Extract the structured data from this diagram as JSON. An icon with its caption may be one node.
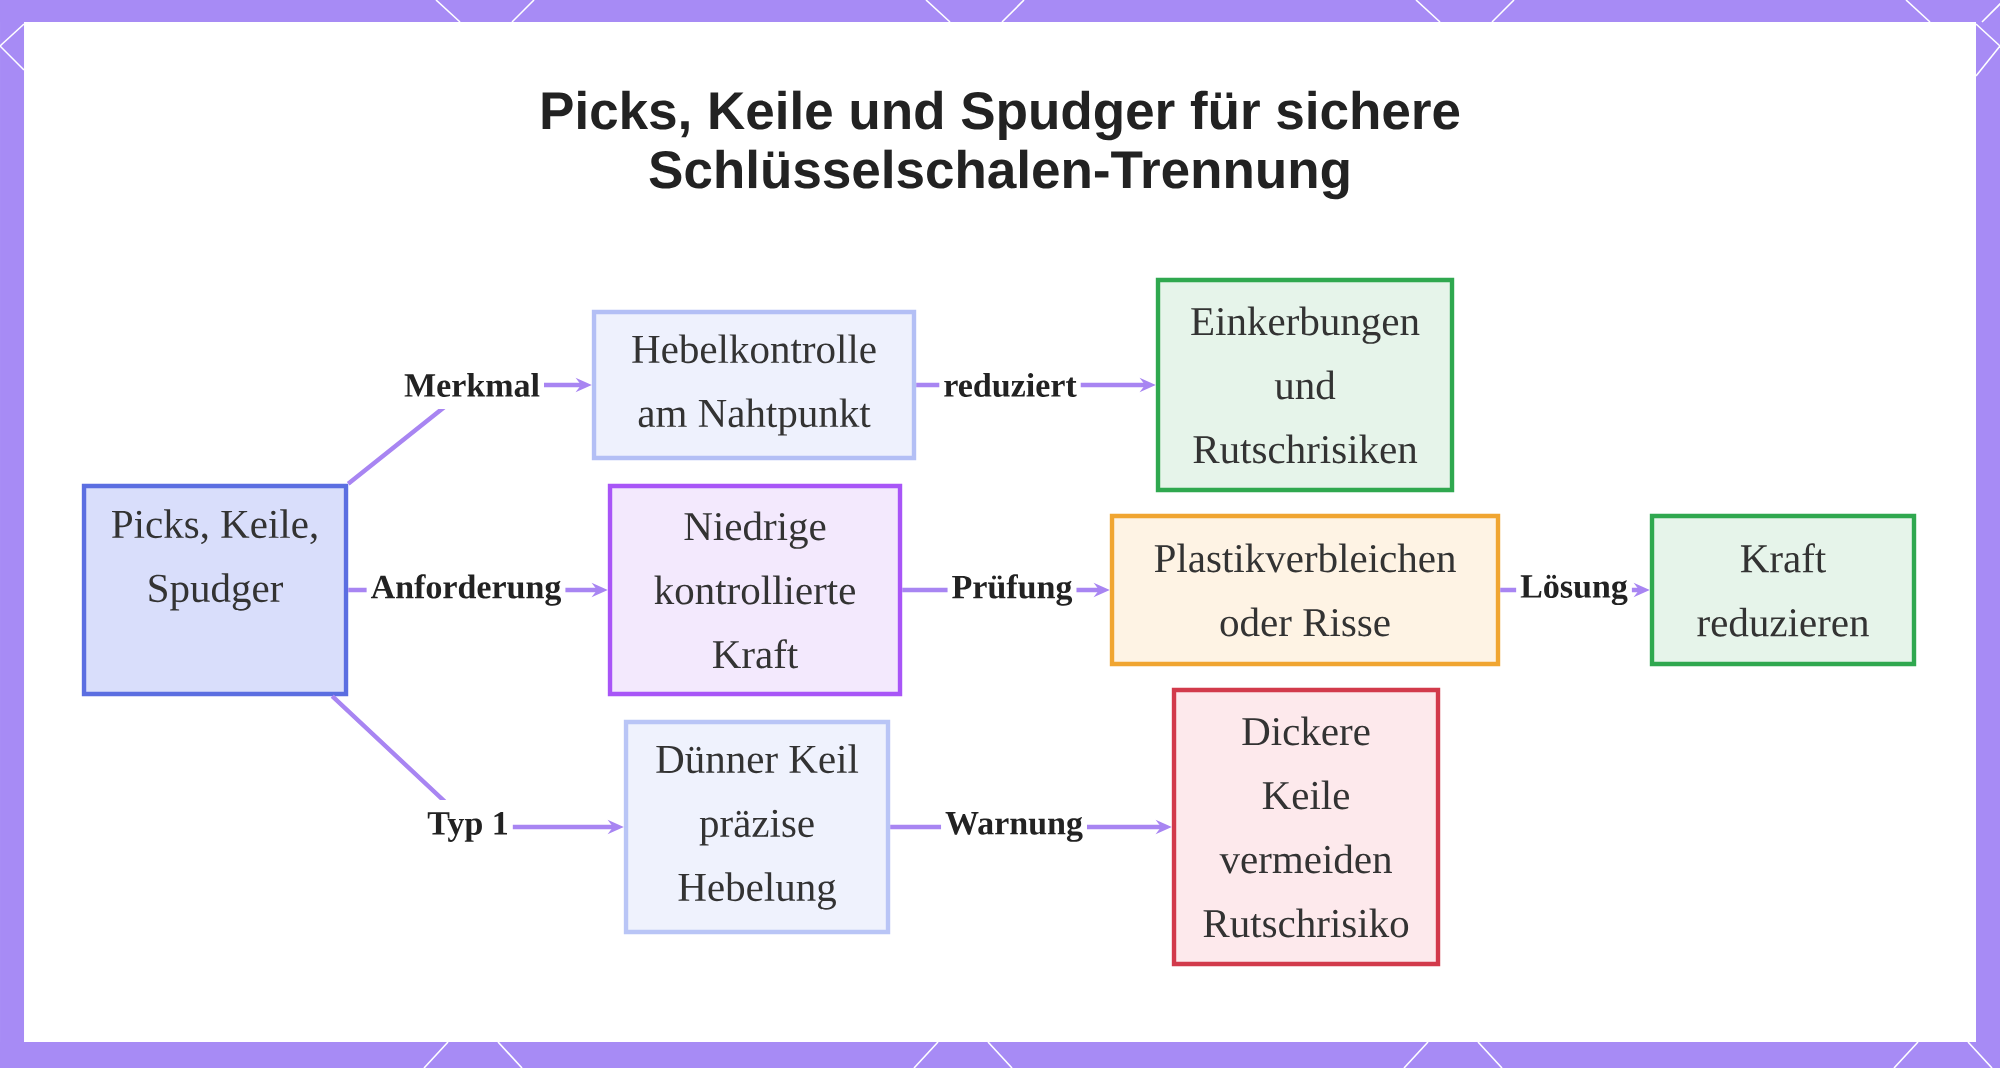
{
  "diagram": {
    "title": "Picks, Keile und Spudger für sichere Schlüsselschalen-Trennung",
    "nodes": [
      {
        "text": [
          "Picks, Keile, Spudger"
        ]
      },
      {
        "text": [
          "Hebelkontrolle am Nahtpunkt"
        ]
      },
      {
        "text": [
          "Niedrige kontrollierte Kraft"
        ]
      },
      {
        "text": [
          "Dünner Keil präzise Hebelung"
        ]
      },
      {
        "text": [
          "Einkerbungen und Rutschrisiken"
        ]
      },
      {
        "text": [
          "Plastikverbleichen oder Risse"
        ]
      },
      {
        "text": [
          "Kraft reduzieren"
        ]
      },
      {
        "text": [
          "Dickere Keile vermeiden Rutschrisiko"
        ]
      }
    ],
    "edges": [
      {
        "from": 0,
        "to": 1,
        "arrow": "to",
        "label": "Merkmal"
      },
      {
        "from": 0,
        "to": 2,
        "arrow": "to",
        "label": "Anforderung"
      },
      {
        "from": 0,
        "to": 3,
        "arrow": "to",
        "label": "Typ 1"
      },
      {
        "from": 1,
        "to": 4,
        "arrow": "to",
        "label": "reduziert"
      },
      {
        "from": 2,
        "to": 5,
        "arrow": "to",
        "label": "Prüfung"
      },
      {
        "from": 5,
        "to": 6,
        "arrow": "to",
        "label": "Lösung"
      },
      {
        "from": 3,
        "to": 7,
        "arrow": "to",
        "label": "Warnung"
      }
    ]
  }
}
